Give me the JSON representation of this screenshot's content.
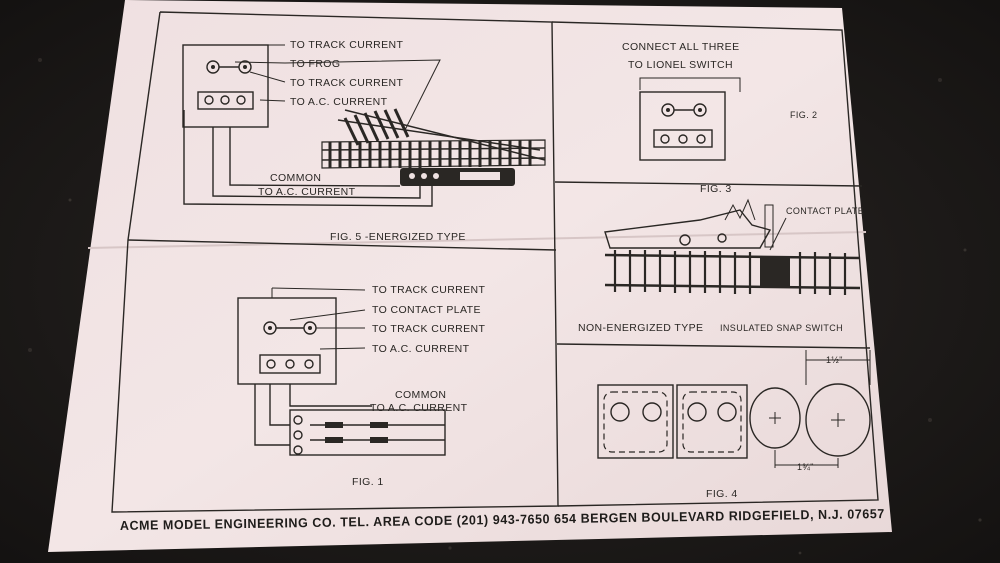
{
  "fig5": {
    "labels": [
      "TO TRACK CURRENT",
      "TO FROG",
      "TO TRACK CURRENT",
      "TO A.C. CURRENT"
    ],
    "common_line1": "COMMON",
    "common_line2": "TO A.C. CURRENT",
    "caption": "FIG. 5 -ENERGIZED TYPE"
  },
  "fig2": {
    "line1": "CONNECT ALL THREE",
    "line2": "TO LIONEL SWITCH",
    "caption": "FIG. 2"
  },
  "fig3": {
    "caption": "FIG. 3",
    "contact_plate": "CONTACT PLATE",
    "type_label": "NON-ENERGIZED TYPE",
    "switch_label": "INSULATED SNAP SWITCH"
  },
  "fig1": {
    "labels": [
      "TO TRACK CURRENT",
      "TO CONTACT PLATE",
      "TO TRACK CURRENT",
      "TO A.C. CURRENT"
    ],
    "common_line1": "COMMON",
    "common_line2": "TO A.C. CURRENT",
    "caption": "FIG. 1"
  },
  "fig4": {
    "caption": "FIG. 4",
    "dim_top": "1½\"",
    "dim_bottom": "1¾\""
  },
  "footer": {
    "text": "ACME MODEL ENGINEERING CO. TEL. AREA CODE   (201) 943-7650 654 BERGEN BOULEVARD RIDGEFIELD, N.J. 07657"
  },
  "colors": {
    "paper": "#efe1e2",
    "ink": "#2a2724",
    "background": "#1c1a18"
  }
}
